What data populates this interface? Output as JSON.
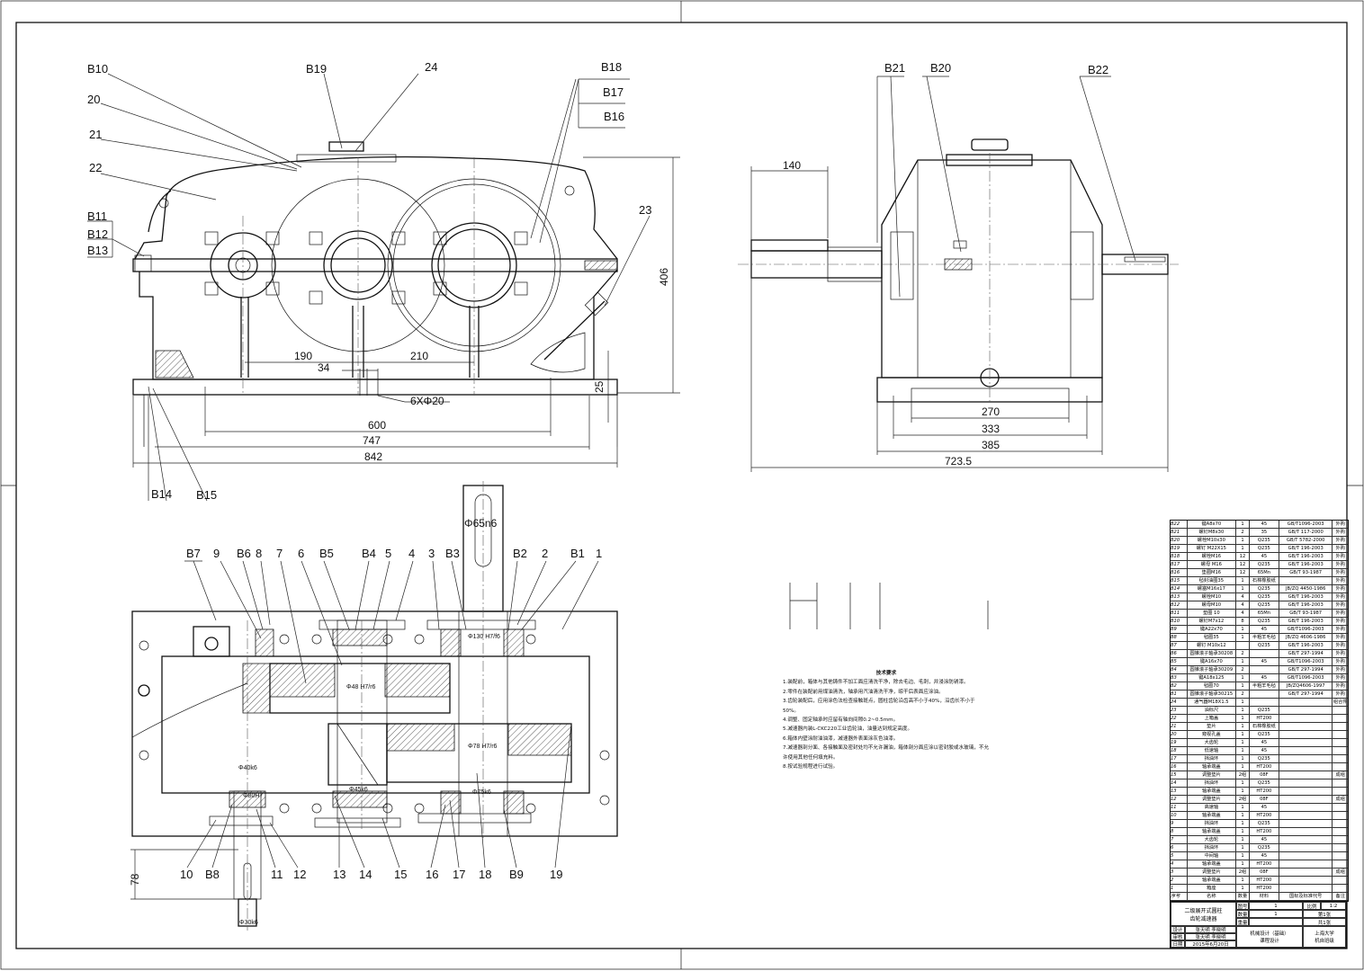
{
  "front_view": {
    "labels": {
      "B10": "B10",
      "n20": "20",
      "n21": "21",
      "n22": "22",
      "B19": "B19",
      "n24": "24",
      "B18": "B18",
      "B17": "B17",
      "B16": "B16",
      "B11": "B11",
      "B12": "B12",
      "B13": "B13",
      "n23": "23",
      "B14": "B14",
      "B15": "B15"
    },
    "dims": {
      "d406": "406",
      "d190": "190",
      "d34": "34",
      "d210": "210",
      "d25": "25",
      "holes": "6XΦ20",
      "d600": "600",
      "d747": "747",
      "d842": "842"
    }
  },
  "side_view": {
    "labels": {
      "B21": "B21",
      "B20": "B20",
      "B22": "B22"
    },
    "dims": {
      "d140": "140",
      "d270": "270",
      "d333": "333",
      "d385": "385",
      "d723": "723.5"
    }
  },
  "top_view": {
    "top_labels": [
      "B7",
      "9",
      "B6",
      "8",
      "7",
      "6",
      "B5",
      "B4",
      "5",
      "4",
      "3",
      "B3",
      "B2",
      "2",
      "B1",
      "1"
    ],
    "bottom_labels": [
      "10",
      "B8",
      "11",
      "12",
      "13",
      "14",
      "15",
      "16",
      "17",
      "18",
      "B9",
      "19"
    ],
    "dims": {
      "shaft_out": "Φ65n6",
      "d78": "78",
      "shaft_in": "Φ30k6",
      "f1": "Φ130 H7/f6",
      "f2": "Φ48 H7/r6",
      "f3": "Φ78 H7/r6",
      "f4": "Φ40k6",
      "f5": "Φ80H7",
      "f6": "Φ45k6",
      "f7": "Φ75k6"
    }
  },
  "tech_requirements": {
    "title": "技术要求",
    "items": [
      "1.装配前，箱体与其他铸件不加工面应清洗干净，除去毛边、毛刺，并浸涂防锈漆。",
      "2.零件在装配前用煤油清洗，轴承用汽油清洗干净，晾干后表面应涂油。",
      "3.齿轮装配后，应用涂色法检查接触斑点，圆柱齿轮沿齿高不小于40%，沿齿长不小于50%。",
      "4.调整、固定轴承时应留有轴向间隙0.2~0.5mm。",
      "5.减速器内装L-CKC220工业齿轮油，油量达到规定高度。",
      "6.箱体内壁涂耐油油漆，减速器外表面涂灰色油漆。",
      "7.减速器剖分面、各接触面及密封处均不允许漏油，箱体剖分面应涂以密封胶或水玻璃，不允许使用其他任何填充料。",
      "8.按试验规程进行试验。"
    ]
  },
  "bom": {
    "rows": [
      [
        "B22",
        "键A8x70",
        "1",
        "45",
        "GB/T1096-2003",
        "外购"
      ],
      [
        "B21",
        "螺钉M8x30",
        "2",
        "35",
        "GB/T 117-2000",
        "外购"
      ],
      [
        "B20",
        "螺栓M10x30",
        "1",
        "Q235",
        "GB/T 5782-2000",
        "外购"
      ],
      [
        "B19",
        "螺钉 M22X15",
        "1",
        "Q235",
        "GB/T 196-2003",
        "外购"
      ],
      [
        "B18",
        "螺栓M16",
        "12",
        "45",
        "GB/T 196-2003",
        "外购"
      ],
      [
        "B17",
        "螺母 M16",
        "12",
        "Q235",
        "GB/T 196-2003",
        "外购"
      ],
      [
        "B16",
        "垫圈M16",
        "12",
        "65Mn",
        "GB/T 93-1987",
        "外购"
      ],
      [
        "B15",
        "毡封油圈35",
        "1",
        "石棉橡胶纸",
        "",
        "外购"
      ],
      [
        "B14",
        "螺塞M16x17",
        "1",
        "Q235",
        "JB/ZQ 4450-1986",
        "外购"
      ],
      [
        "B13",
        "螺栓M10",
        "4",
        "Q235",
        "GB/T 196-2003",
        "外购"
      ],
      [
        "B12",
        "螺母M10",
        "4",
        "Q235",
        "GB/T 196-2003",
        "外购"
      ],
      [
        "B11",
        "垫圈 10",
        "4",
        "65Mn",
        "GB/T 93-1987",
        "外购"
      ],
      [
        "B10",
        "螺钉M7x12",
        "8",
        "Q235",
        "GB/T 196-2003",
        "外购"
      ],
      [
        "B9",
        "键A22x70",
        "1",
        "45",
        "GB/T1096-2003",
        "外购"
      ],
      [
        "B8",
        "毡圈35",
        "1",
        "半粗羊毛毡",
        "JB/ZQ 4606-1986",
        "外购"
      ],
      [
        "B7",
        "螺钉 M10x12",
        "",
        "Q235",
        "GB/T 196-2003",
        "外购"
      ],
      [
        "B6",
        "圆锥滚子轴承30208",
        "2",
        "",
        "GB/T 297-1994",
        "外购"
      ],
      [
        "B5",
        "键A16x70",
        "1",
        "45",
        "GB/T1096-2003",
        "外购"
      ],
      [
        "B4",
        "圆锥滚子轴承30209",
        "2",
        "",
        "GB/T 297-1994",
        "外购"
      ],
      [
        "B3",
        "键A18x125",
        "1",
        "45",
        "GB/T1096-2003",
        "外购"
      ],
      [
        "B2",
        "毡圈70",
        "1",
        "半粗羊毛毡",
        "JB/ZQ4606-1997",
        "外购"
      ],
      [
        "B1",
        "圆锥滚子轴承30215",
        "2",
        "",
        "GB/T 297-1994",
        "外购"
      ],
      [
        "24",
        "通气器M18X1.5",
        "1",
        "",
        "",
        "组合件"
      ],
      [
        "23",
        "油标尺",
        "1",
        "Q235",
        "",
        ""
      ],
      [
        "22",
        "上箱盖",
        "1",
        "HT200",
        "",
        ""
      ],
      [
        "21",
        "垫片",
        "1",
        "石棉橡胶纸",
        "",
        ""
      ],
      [
        "20",
        "窥视孔盖",
        "1",
        "Q235",
        "",
        ""
      ],
      [
        "19",
        "大齿轮",
        "1",
        "45",
        "",
        ""
      ],
      [
        "18",
        "低速轴",
        "1",
        "45",
        "",
        ""
      ],
      [
        "17",
        "挡油环",
        "1",
        "Q235",
        "",
        ""
      ],
      [
        "16",
        "轴承端盖",
        "1",
        "HT200",
        "",
        ""
      ],
      [
        "15",
        "调整垫片",
        "2组",
        "08F",
        "",
        "成组"
      ],
      [
        "14",
        "挡油环",
        "1",
        "Q235",
        "",
        ""
      ],
      [
        "13",
        "轴承端盖",
        "1",
        "HT200",
        "",
        ""
      ],
      [
        "12",
        "调整垫片",
        "2组",
        "08F",
        "",
        "成组"
      ],
      [
        "11",
        "高速轴",
        "1",
        "45",
        "",
        ""
      ],
      [
        "10",
        "轴承端盖",
        "1",
        "HT200",
        "",
        ""
      ],
      [
        "9",
        "挡油环",
        "1",
        "Q235",
        "",
        ""
      ],
      [
        "8",
        "轴承端盖",
        "1",
        "HT200",
        "",
        ""
      ],
      [
        "7",
        "大齿轮",
        "1",
        "45",
        "",
        ""
      ],
      [
        "6",
        "挡油环",
        "1",
        "Q235",
        "",
        ""
      ],
      [
        "5",
        "中间轴",
        "1",
        "45",
        "",
        ""
      ],
      [
        "4",
        "轴承端盖",
        "1",
        "HT200",
        "",
        ""
      ],
      [
        "3",
        "调整垫片",
        "2组",
        "08F",
        "",
        "成组"
      ],
      [
        "2",
        "轴承端盖",
        "1",
        "HT200",
        "",
        ""
      ],
      [
        "1",
        "箱座",
        "1",
        "HT200",
        "",
        ""
      ]
    ],
    "header": [
      "序号",
      "名称",
      "数量",
      "材料",
      "国标及标准代号",
      "备注"
    ]
  },
  "title_block": {
    "drawing_name_1": "二级展开式圆柱",
    "drawing_name_2": "齿轮减速器",
    "count_label": "图号",
    "count_value": "1",
    "scale_label": "比例",
    "scale_value": "1:2",
    "weight_label": "数量",
    "weight_value": "1",
    "mass_label": "重量",
    "sheet": "第1张",
    "sheets_total": "共1张",
    "designer_label": "设计",
    "designer": "张天明 李晓明",
    "checker_label": "审核",
    "checker": "张天明 李晓明",
    "date_label": "日期",
    "date": "2015年6月20日",
    "course_1": "机械设计（基础）",
    "course_2": "课程设计",
    "school_1": "上海大学",
    "school_2": "机自班级"
  }
}
